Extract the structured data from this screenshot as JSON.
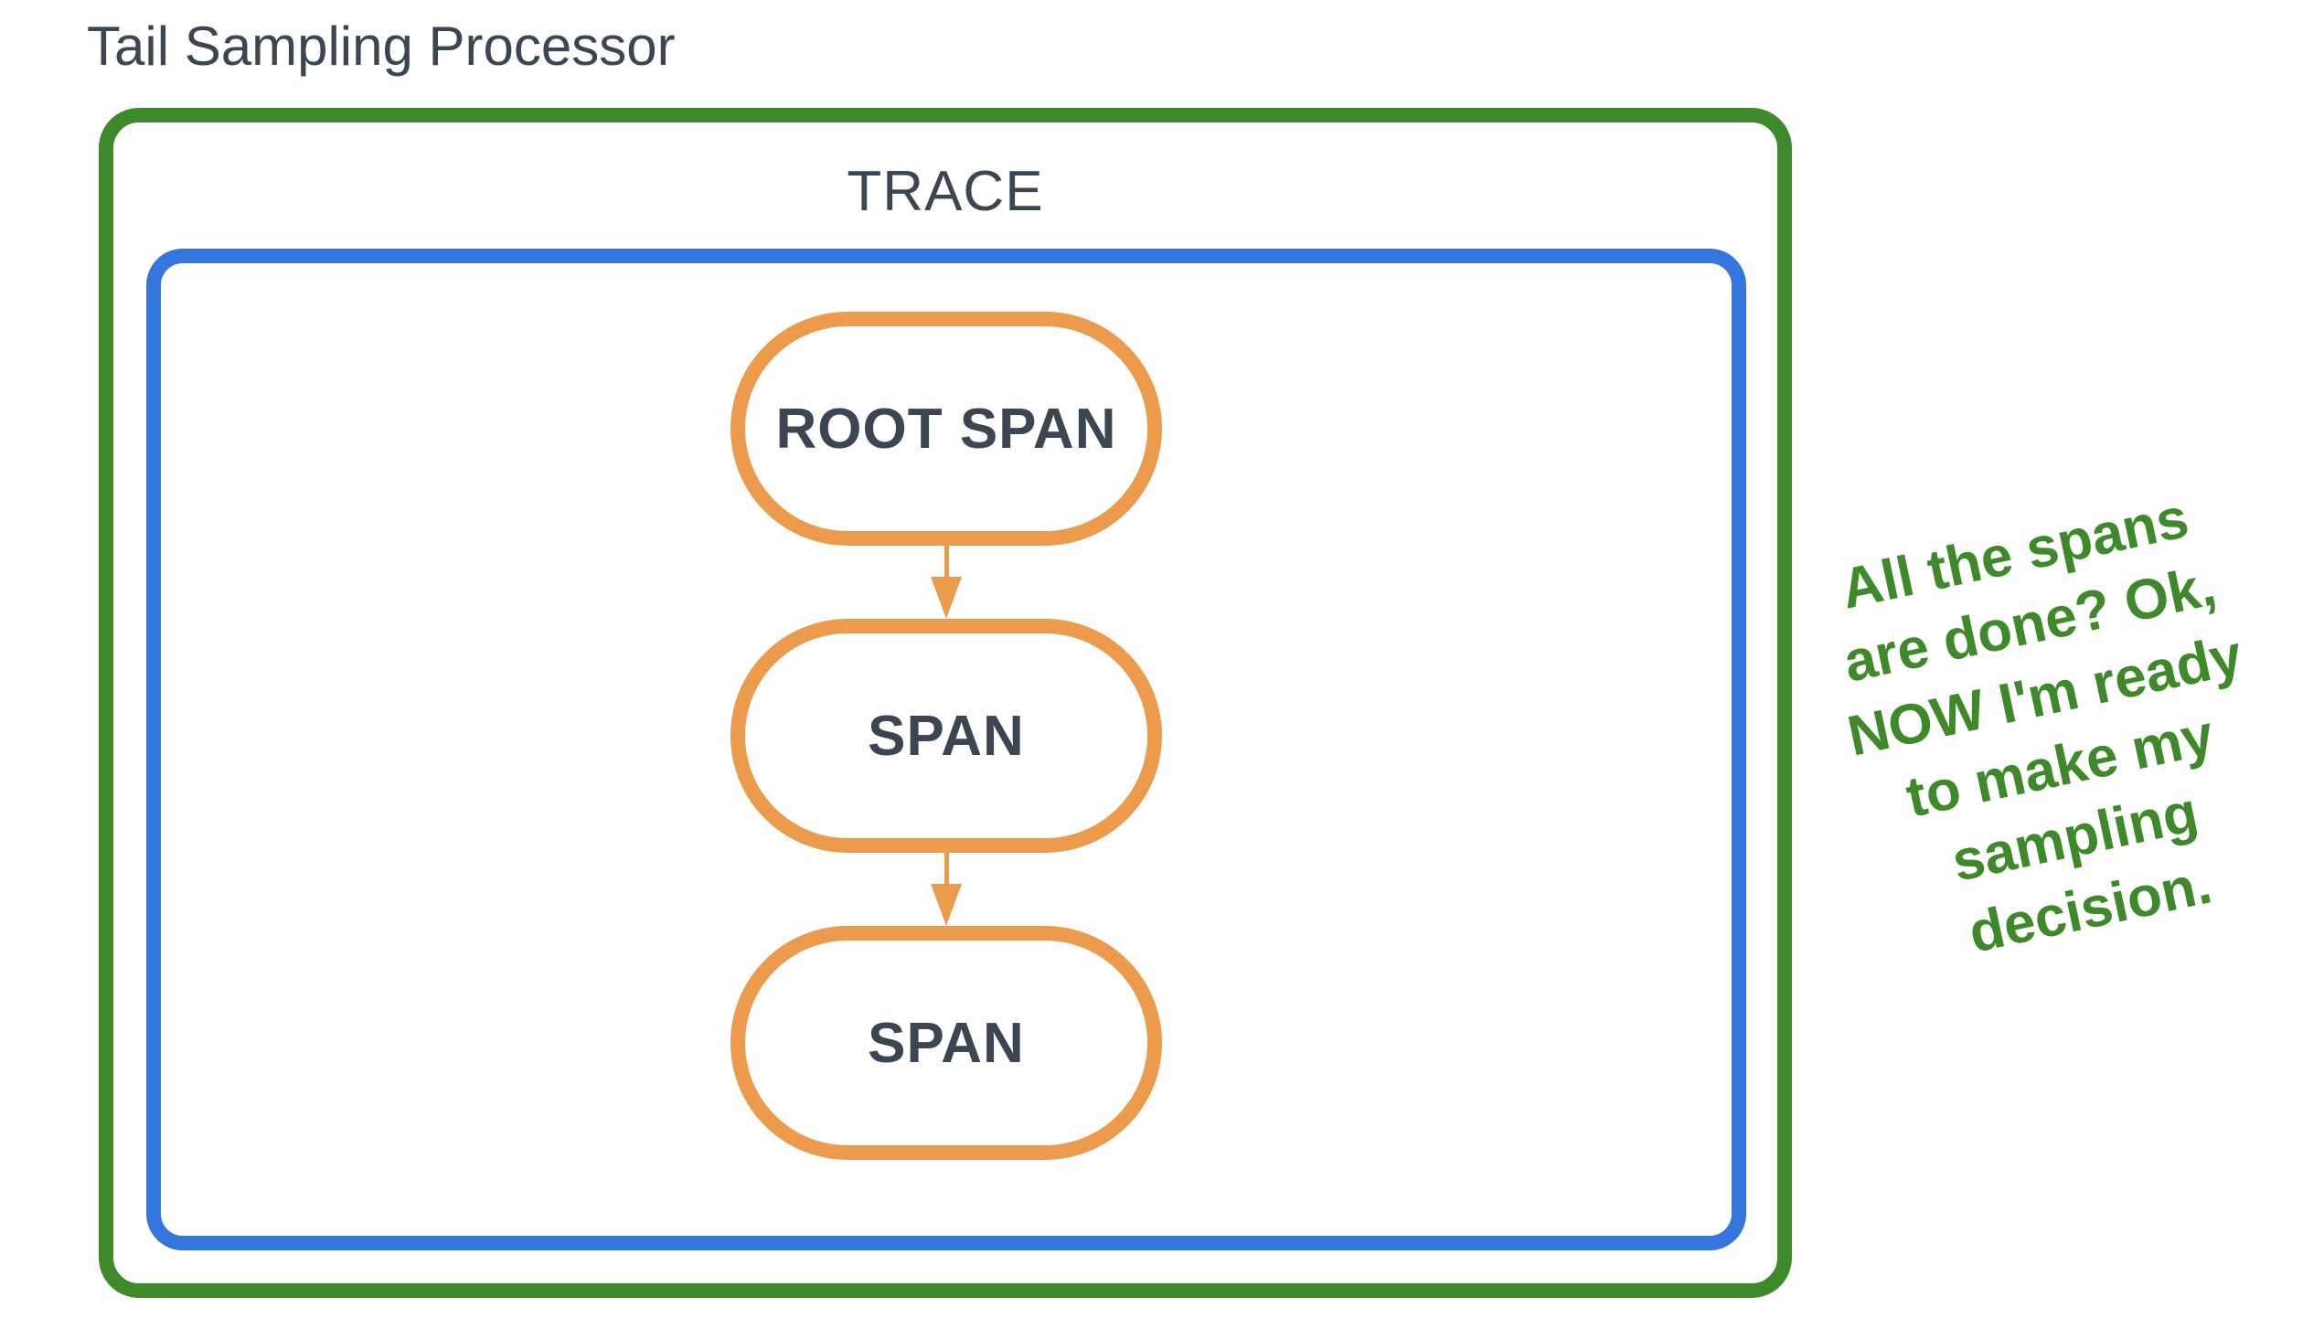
{
  "title": "Tail Sampling Processor",
  "trace": {
    "label": "TRACE",
    "spans": [
      {
        "label": "ROOT SPAN"
      },
      {
        "label": "SPAN"
      },
      {
        "label": "SPAN"
      }
    ]
  },
  "annotation": {
    "full_text": "All the spans are done? Ok, NOW I'm ready to make my sampling decision.",
    "lines": [
      "All the spans",
      "are done? Ok,",
      "NOW I'm ready",
      "to make my",
      "sampling",
      "decision."
    ]
  },
  "colors": {
    "processor_border": "#3E8929",
    "trace_border": "#3476DC",
    "span_border": "#EC9B4D",
    "heading_text": "#3C4652",
    "annotation_text": "#3E8929"
  }
}
